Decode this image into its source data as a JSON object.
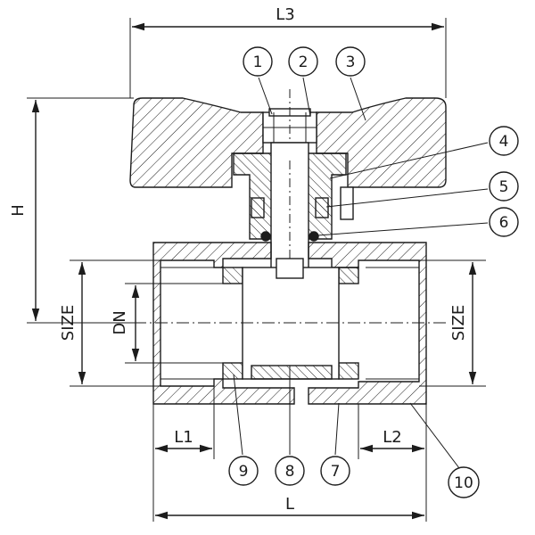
{
  "diagram": {
    "dimensions": {
      "overall_handle_width": "L3",
      "height": "H",
      "left_size": "SIZE",
      "bore": "DN",
      "right_size": "SIZE",
      "left_thread_length": "L1",
      "right_thread_length": "L2",
      "overall_length": "L"
    },
    "callouts": [
      {
        "number": "1"
      },
      {
        "number": "2"
      },
      {
        "number": "3"
      },
      {
        "number": "4"
      },
      {
        "number": "5"
      },
      {
        "number": "6"
      },
      {
        "number": "7"
      },
      {
        "number": "8"
      },
      {
        "number": "9"
      },
      {
        "number": "10"
      }
    ],
    "colors": {
      "line": "#1c1c1c",
      "background": "#ffffff"
    }
  }
}
